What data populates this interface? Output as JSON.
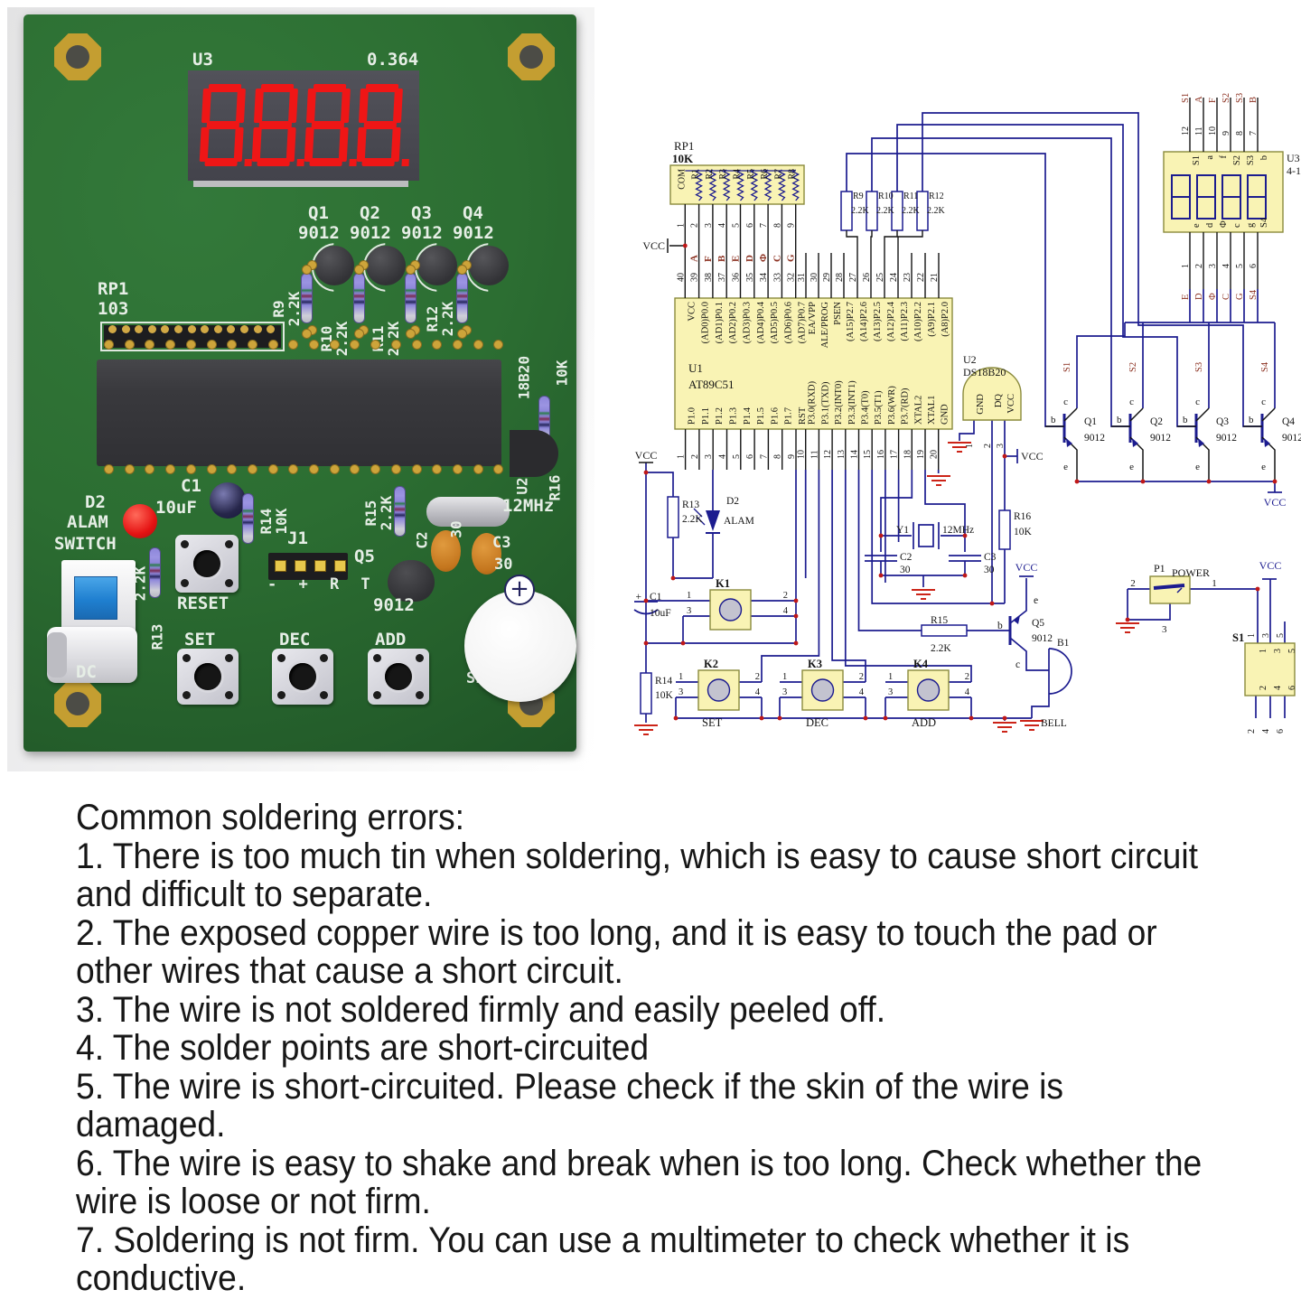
{
  "pcb": {
    "display_value": "8888",
    "u3_ref": "U3",
    "display_size": "0.364",
    "transistors": [
      {
        "ref": "Q1",
        "part": "9012"
      },
      {
        "ref": "Q2",
        "part": "9012"
      },
      {
        "ref": "Q3",
        "part": "9012"
      },
      {
        "ref": "Q4",
        "part": "9012"
      }
    ],
    "rp1": {
      "ref": "RP1",
      "value": "103"
    },
    "resistors": [
      {
        "ref": "R9",
        "value": "2.2K"
      },
      {
        "ref": "R10",
        "value": "2.2K"
      },
      {
        "ref": "R11",
        "value": "2.2K"
      },
      {
        "ref": "R12",
        "value": "2.2K"
      }
    ],
    "sensor_label": "18B20",
    "sensor_res_value": "10K",
    "sensor_ref": "U2",
    "sensor_res_ref": "R16",
    "d2": {
      "ref": "D2",
      "label": "ALAM"
    },
    "switch_label": "SWITCH",
    "r13": {
      "ref": "R13",
      "value": "2.2K"
    },
    "c1": {
      "ref": "C1",
      "value": "10uF"
    },
    "r14": {
      "ref": "R14",
      "value": "10K"
    },
    "r15": {
      "ref": "R15",
      "value": "2.2K"
    },
    "j1": {
      "ref": "J1",
      "pins": "- + R T"
    },
    "reset_label": "RESET",
    "q5": {
      "ref": "Q5",
      "part": "9012"
    },
    "c2": {
      "ref": "C2",
      "value": "30"
    },
    "c3": {
      "ref": "C3",
      "value": "30"
    },
    "xtal_label": "12MHz",
    "set_label": "SET",
    "dec_label": "DEC",
    "add_label": "ADD",
    "speaker_label": "SPEAKER",
    "dc_label": "DC"
  },
  "schematic": {
    "vcc": "VCC",
    "rp1": {
      "ref": "RP1",
      "value": "10K",
      "pins": [
        "COM",
        "R1",
        "R2",
        "R3",
        "R4",
        "R5",
        "R6",
        "R7",
        "R8"
      ],
      "nums": [
        "1",
        "2",
        "3",
        "4",
        "5",
        "6",
        "7",
        "8",
        "9"
      ]
    },
    "segment_letters": [
      "A",
      "F",
      "B",
      "E",
      "D",
      "Φ",
      "C",
      "G"
    ],
    "u1": {
      "ref": "U1",
      "part": "AT89C51",
      "top_nums": [
        "40",
        "39",
        "38",
        "37",
        "36",
        "35",
        "34",
        "33",
        "32",
        "31",
        "30",
        "29",
        "28",
        "27",
        "26",
        "25",
        "24",
        "23",
        "22",
        "21"
      ],
      "top_pins": [
        "VCC",
        "(AD0)P0.0",
        "(AD1)P0.1",
        "(AD2)P0.2",
        "(AD3)P0.3",
        "(AD4)P0.4",
        "(AD5)P0.5",
        "(AD6)P0.6",
        "(AD7)P0.7",
        "EA/VPP",
        "ALE/PROG",
        "PSEN",
        "(A15)P2.7",
        "(A14)P2.6",
        "(A13)P2.5",
        "(A12)P2.4",
        "(A11)P2.3",
        "(A10)P2.2",
        "(A9)P2.1",
        "(A8)P2.0"
      ],
      "bottom_nums": [
        "1",
        "2",
        "3",
        "4",
        "5",
        "6",
        "7",
        "8",
        "9",
        "10",
        "11",
        "12",
        "13",
        "14",
        "15",
        "16",
        "17",
        "18",
        "19",
        "20"
      ],
      "bottom_pins": [
        "P1.0",
        "P1.1",
        "P1.2",
        "P1.3",
        "P1.4",
        "P1.5",
        "P1.6",
        "P1.7",
        "RST",
        "P3.0(RXD)",
        "P3.1(TXD)",
        "P3.2(INT0)",
        "P3.3(INT1)",
        "P3.4(T0)",
        "P3.5(T1)",
        "P3.6(WR)",
        "P3.7(RD)",
        "XTAL2",
        "XTAL1",
        "GND"
      ]
    },
    "resistors_r9_r12": [
      {
        "ref": "R9",
        "value": "2.2K"
      },
      {
        "ref": "R10",
        "value": "2.2K"
      },
      {
        "ref": "R11",
        "value": "2.2K"
      },
      {
        "ref": "R12",
        "value": "2.2K"
      }
    ],
    "u2": {
      "ref": "U2",
      "part": "DS18B20",
      "pins": [
        "GND",
        "DQ",
        "VCC"
      ],
      "nums": [
        "1",
        "2",
        "3"
      ]
    },
    "r16": {
      "ref": "R16",
      "value": "10K"
    },
    "u3": {
      "ref": "U3",
      "part": "4-1",
      "top_nums": [
        "12",
        "11",
        "10",
        "9",
        "8",
        "7"
      ],
      "top_nets": [
        "S1",
        "A",
        "F",
        "S2",
        "S3",
        "B"
      ],
      "inner_top": [
        "S1",
        "a",
        "f",
        "S2",
        "S3",
        "b"
      ],
      "inner_bottom": [
        "e",
        "d",
        "Φ",
        "c",
        "g",
        "S4"
      ],
      "bottom_nums": [
        "1",
        "2",
        "3",
        "4",
        "5",
        "6"
      ],
      "bottom_nets": [
        "E",
        "D",
        "Φ",
        "C",
        "G",
        "S4"
      ]
    },
    "transistors": [
      {
        "ref": "Q1",
        "part": "9012",
        "net": "S1"
      },
      {
        "ref": "Q2",
        "part": "9012",
        "net": "S2"
      },
      {
        "ref": "Q3",
        "part": "9012",
        "net": "S3"
      },
      {
        "ref": "Q4",
        "part": "9012",
        "net": "S4"
      }
    ],
    "pin_b": "b",
    "pin_c": "c",
    "pin_e": "e",
    "r13": {
      "ref": "R13",
      "value": "2.2K"
    },
    "d2": {
      "ref": "D2",
      "net": "ALAM"
    },
    "c1": {
      "plus": "+",
      "ref": "C1",
      "value": "10uF"
    },
    "k1": {
      "ref": "K1",
      "nums": [
        "1",
        "2",
        "3",
        "4"
      ]
    },
    "k2": {
      "ref": "K2",
      "label": "SET",
      "nums": [
        "1",
        "2",
        "3",
        "4"
      ]
    },
    "k3": {
      "ref": "K3",
      "label": "DEC",
      "nums": [
        "1",
        "2",
        "3",
        "4"
      ]
    },
    "k4": {
      "ref": "K4",
      "label": "ADD",
      "nums": [
        "1",
        "2",
        "3",
        "4"
      ]
    },
    "r14": {
      "ref": "R14",
      "value": "10K"
    },
    "r15": {
      "ref": "R15",
      "value": "2.2K"
    },
    "q5": {
      "ref": "Q5",
      "part": "9012"
    },
    "b1": {
      "ref": "B1",
      "label": "BELL"
    },
    "y1": {
      "ref": "Y1",
      "value": "12MHz"
    },
    "c2": {
      "ref": "C2",
      "value": "30"
    },
    "c3": {
      "ref": "C3",
      "value": "30"
    },
    "p1": {
      "ref": "P1",
      "label": "POWER",
      "num_left": "2",
      "num_right": "1",
      "num_bottom": "3"
    },
    "s1": {
      "ref": "S1",
      "top_nums": [
        "1",
        "3",
        "5"
      ],
      "bottom_nums": [
        "2",
        "4",
        "6"
      ]
    }
  },
  "text_block": {
    "title": "Common soldering errors:",
    "items": [
      "1. There is too much tin when soldering, which is easy to cause short circuit and difficult to separate.",
      "2. The exposed copper wire is too long, and it is easy to touch the pad or other wires that cause a short circuit.",
      "3. The wire is not soldered firmly and easily peeled off.",
      "4. The solder points are short-circuited",
      "5. The wire is short-circuited. Please check if the skin of the wire is damaged.",
      "6. The wire is easy to shake and break when is too long. Check whether the wire is loose or not firm.",
      "7. Soldering is not firm. You can use a multimeter to check whether it is conductive."
    ]
  }
}
